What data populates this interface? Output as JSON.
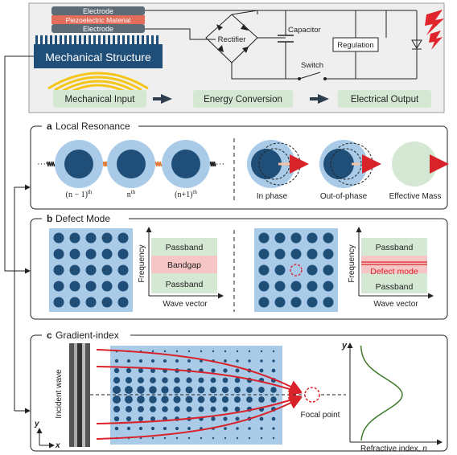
{
  "top": {
    "electrode_top": "Electrode",
    "piezo": "Piezoelectric Material",
    "electrode_bottom": "Electrode",
    "mech_structure": "Mechanical Structure",
    "rectifier": "Rectifier",
    "capacitor": "Capacitor",
    "regulation": "Regulation",
    "switch": "Switch",
    "flow": [
      "Mechanical Input",
      "Energy Conversion",
      "Electrical Output"
    ]
  },
  "panel_a": {
    "letter": "a",
    "title": "Local Resonance",
    "ellipsis": "···",
    "labels": [
      "(n − 1)th",
      "nth",
      "(n+1)th"
    ],
    "label_bases": [
      "(n − 1)",
      "n",
      "(n+1)"
    ],
    "sup": "th",
    "phase_labels": [
      "In phase",
      "Out-of-phase",
      "Effective Mass"
    ]
  },
  "panel_b": {
    "letter": "b",
    "title": "Defect Mode",
    "left_bands": [
      "Passband",
      "Bandgap",
      "Passband"
    ],
    "right_bands": [
      "Passband",
      "Defect mode",
      "Passband"
    ],
    "ylabel": "Frequency",
    "xlabel": "Wave vector"
  },
  "panel_c": {
    "letter": "c",
    "title": "Gradient-index",
    "incident": "Incident wave",
    "focal": "Focal point",
    "axis_y": "y",
    "axis_x": "x",
    "plot_y": "y",
    "plot_xlabel": "Refractive index, ",
    "plot_xlabel_var": "n"
  },
  "colors": {
    "dark_blue": "#1f4e79",
    "light_blue": "#a9cbe8",
    "green_box": "#d5e8d4",
    "green_text": "#222222",
    "pink": "#f6c6c6",
    "red": "#d9232a",
    "orange_spring": "#e07b39",
    "yellow": "#f5c518"
  }
}
